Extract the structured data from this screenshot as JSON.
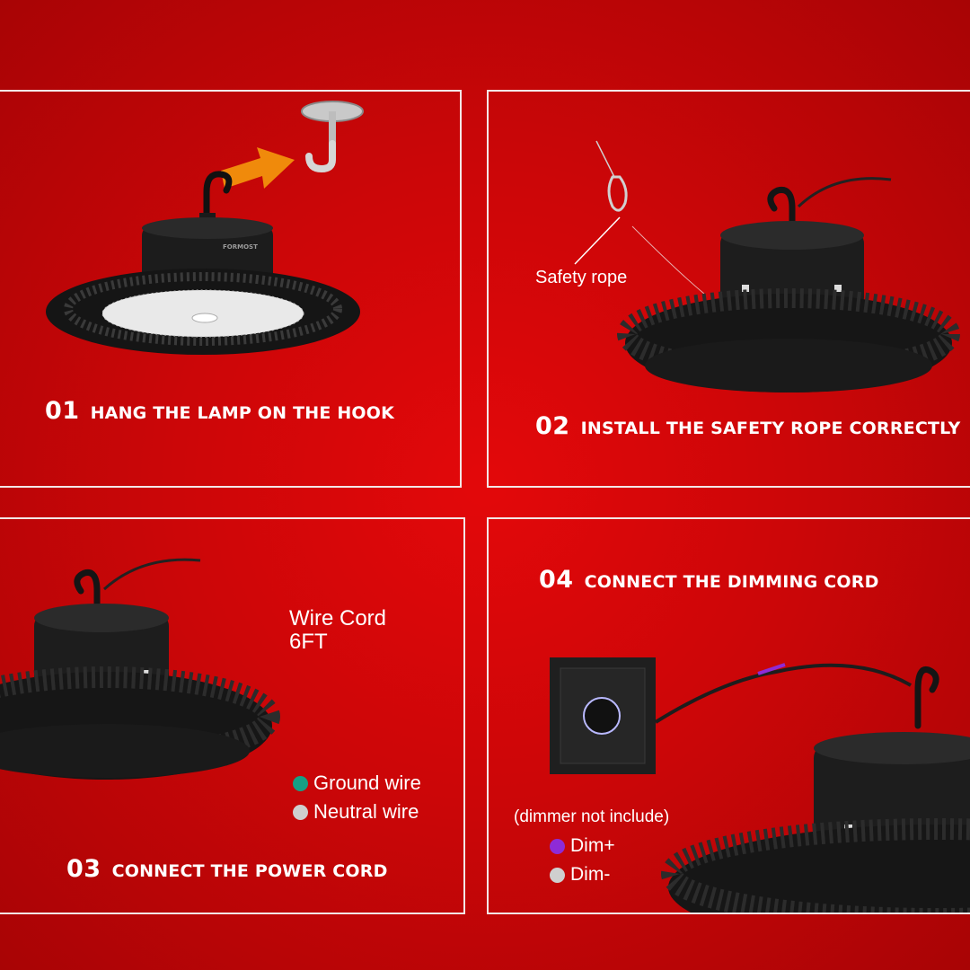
{
  "steps": [
    {
      "number": "01",
      "title": "HANG THE LAMP ON THE HOOK"
    },
    {
      "number": "02",
      "title": "INSTALL THE SAFETY ROPE CORRECTLY"
    },
    {
      "number": "03",
      "title": "CONNECT THE POWER CORD"
    },
    {
      "number": "04",
      "title": "CONNECT THE DIMMING CORD"
    }
  ],
  "brand": "FORMOST",
  "safety_rope_label": "Safety rope",
  "wire_cord": {
    "line1": "Wire Cord",
    "line2": "6FT"
  },
  "power_legend": [
    {
      "label": "Ground wire",
      "color": "#16a085"
    },
    {
      "label": "Neutral wire",
      "color": "#cfcfcf"
    }
  ],
  "dimmer_note": "(dimmer not include)",
  "dim_legend": [
    {
      "label": "Dim+",
      "color": "#8e2bd6"
    },
    {
      "label": "Dim-",
      "color": "#cfcfcf"
    }
  ],
  "colors": {
    "arrow": "#f08a0b",
    "frame": "#f3e6e6",
    "lamp": "#141414"
  }
}
